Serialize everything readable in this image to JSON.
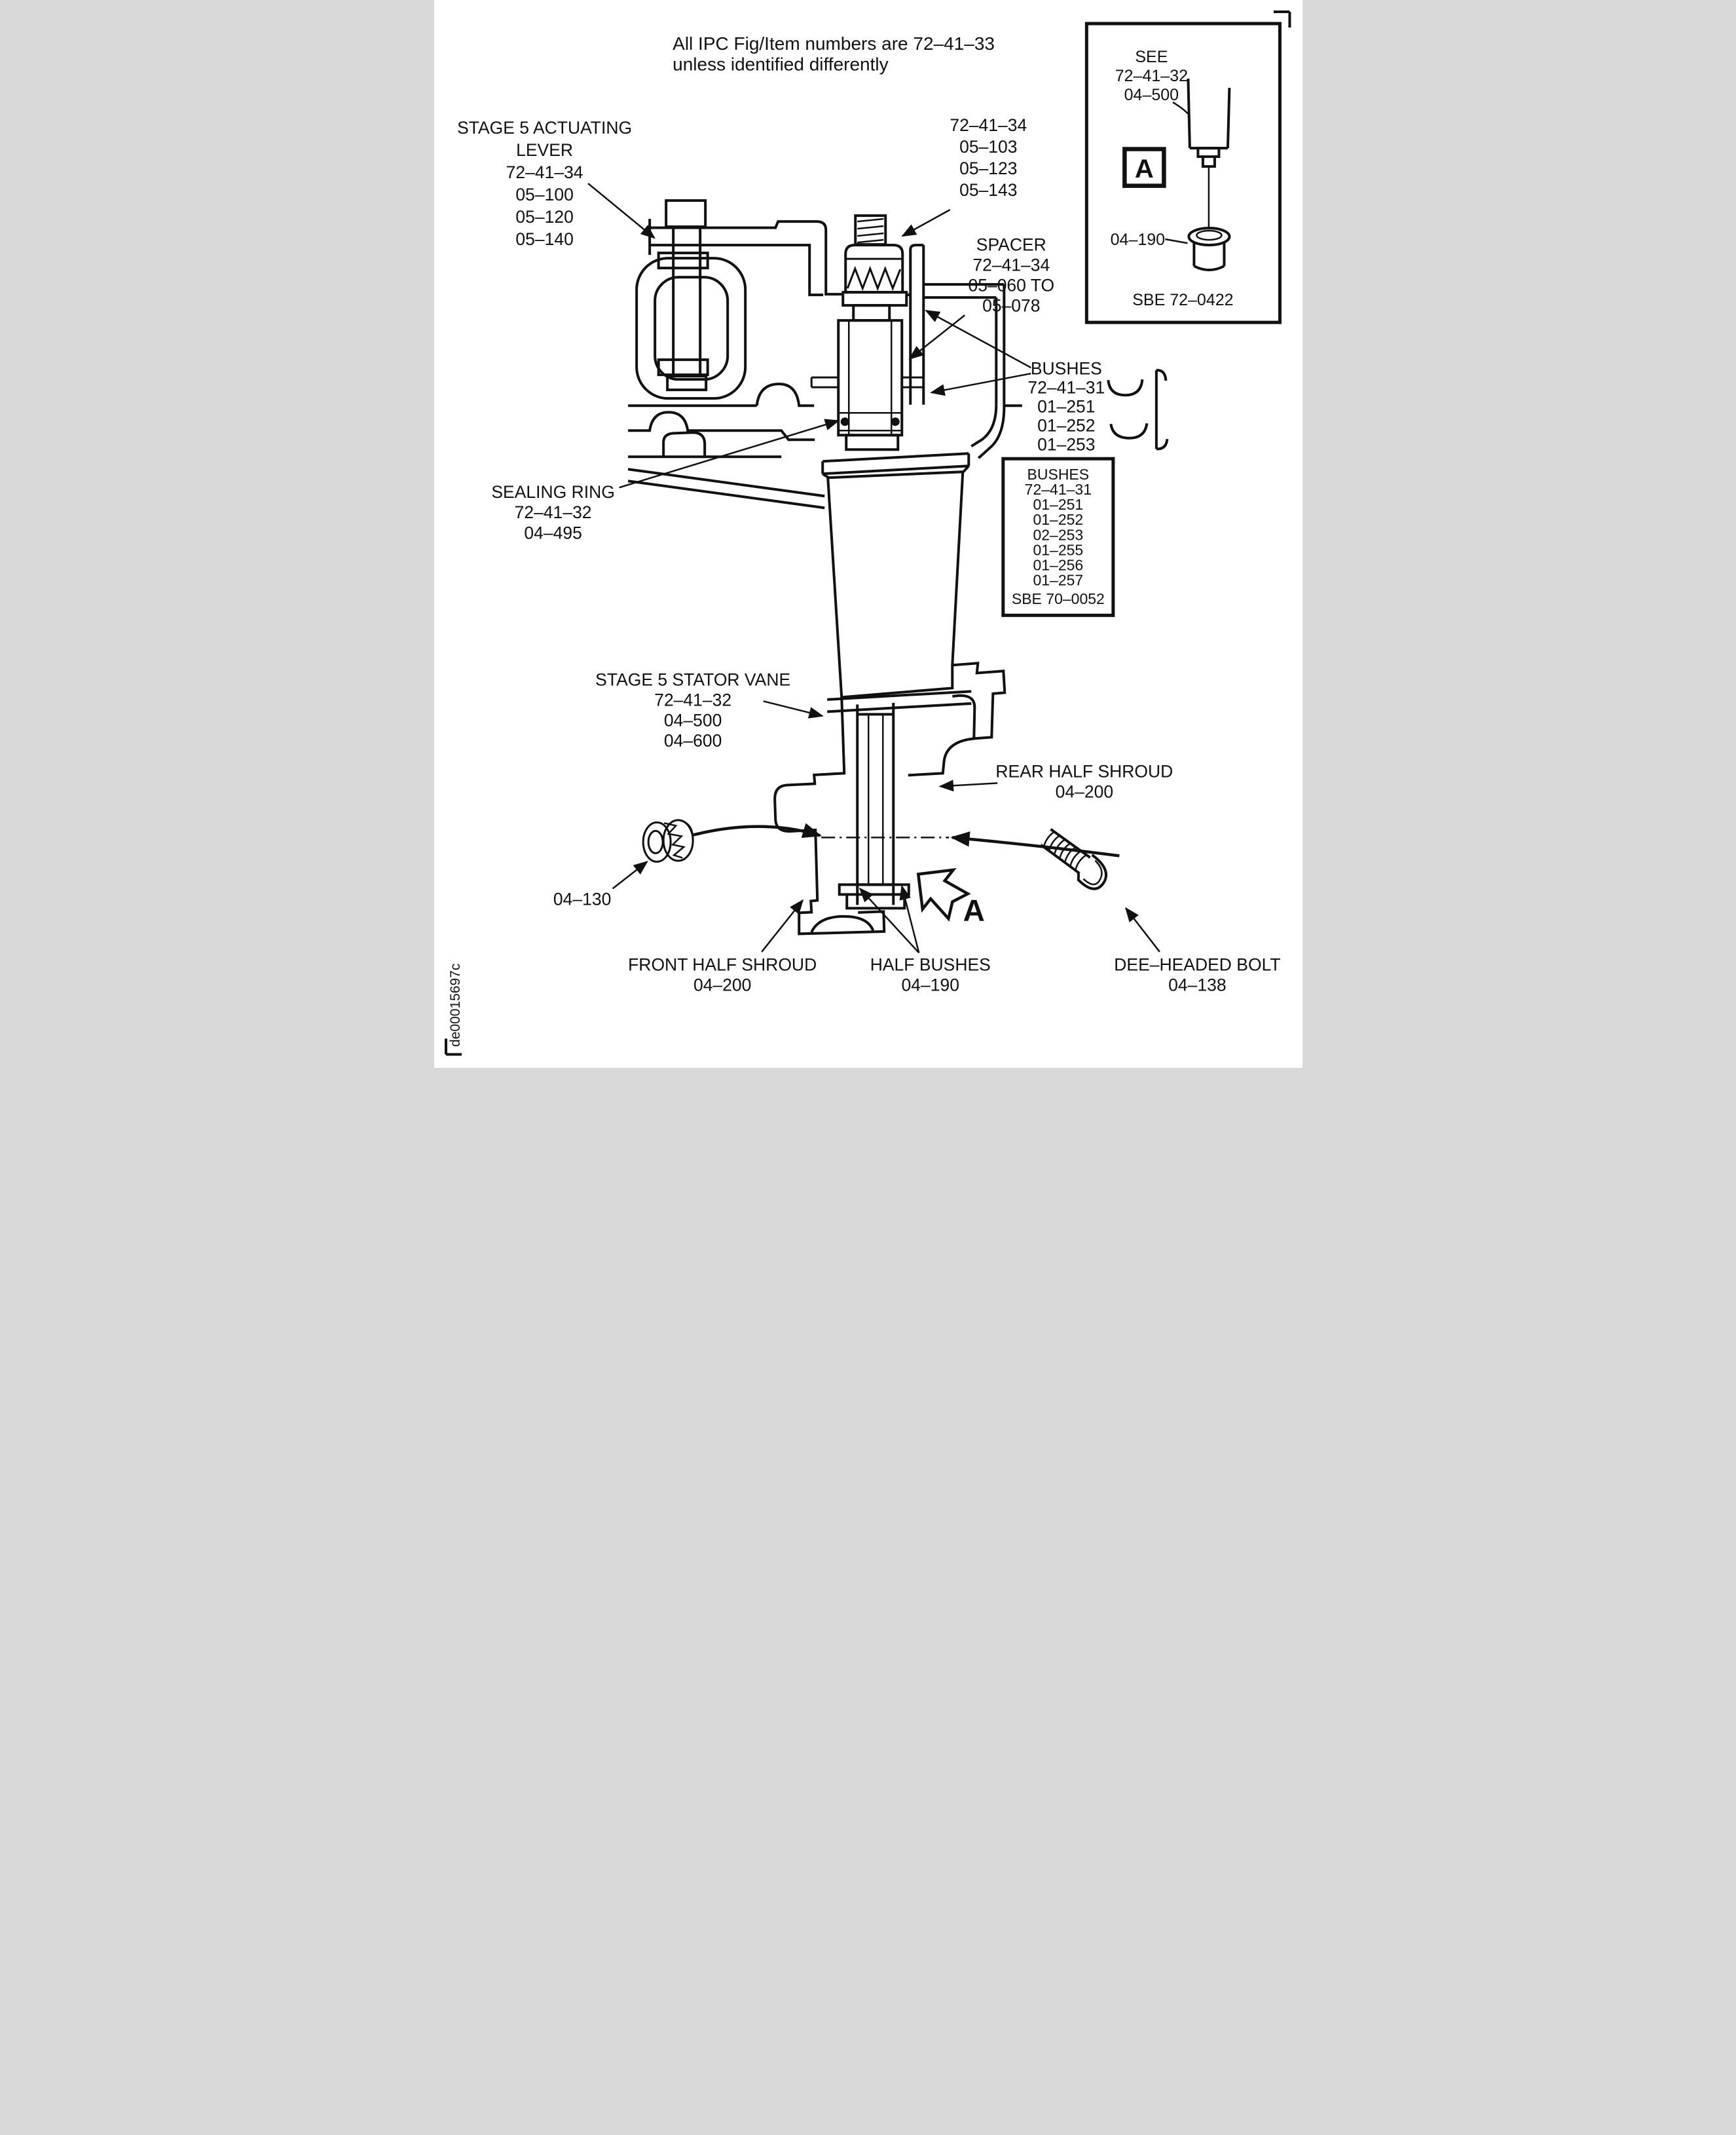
{
  "note": {
    "line1": "All IPC Fig/Item numbers are 72–41–33",
    "line2": "unless identified differently"
  },
  "callouts": {
    "actuating_lever": {
      "line1": "STAGE 5 ACTUATING",
      "line2": "LEVER",
      "ref": "72–41–34",
      "items": [
        "05–100",
        "05–120",
        "05–140"
      ]
    },
    "lever_nut": {
      "ref": "72–41–34",
      "items": [
        "05–103",
        "05–123",
        "05–143"
      ]
    },
    "spacer": {
      "title": "SPACER",
      "ref": "72–41–34",
      "range1": "05–060 TO",
      "range2": "05–078"
    },
    "bushes_upper": {
      "title": "BUSHES",
      "ref": "72–41–31",
      "items": [
        "01–251",
        "01–252",
        "01–253"
      ]
    },
    "bushes_box": {
      "title": "BUSHES",
      "ref": "72–41–31",
      "items": [
        "01–251",
        "01–252",
        "02–253",
        "01–255",
        "01–256",
        "01–257"
      ],
      "sbe": "SBE 70–0052"
    },
    "sealing_ring": {
      "title": "SEALING RING",
      "ref": "72–41–32",
      "item": "04–495"
    },
    "stator_vane": {
      "title": "STAGE 5 STATOR VANE",
      "ref": "72–41–32",
      "items": [
        "04–500",
        "04–600"
      ]
    },
    "rear_half_shroud": {
      "title": "REAR HALF SHROUD",
      "item": "04–200"
    },
    "front_half_shroud": {
      "title": "FRONT HALF SHROUD",
      "item": "04–200"
    },
    "half_bushes": {
      "title": "HALF BUSHES",
      "item": "04–190"
    },
    "dee_headed_bolt": {
      "title": "DEE–HEADED BOLT",
      "item": "04–138"
    },
    "nut": {
      "item": "04–130"
    }
  },
  "inset": {
    "see": "SEE",
    "ref": "72–41–32",
    "item": "04–500",
    "bush_item": "04–190",
    "sbe": "SBE 72–0422",
    "detail_letter": "A"
  },
  "view_arrow": {
    "letter": "A"
  },
  "footer": {
    "drawing_id": "de00015697c"
  },
  "colors": {
    "ink": "#111111",
    "paper": "#ffffff"
  }
}
